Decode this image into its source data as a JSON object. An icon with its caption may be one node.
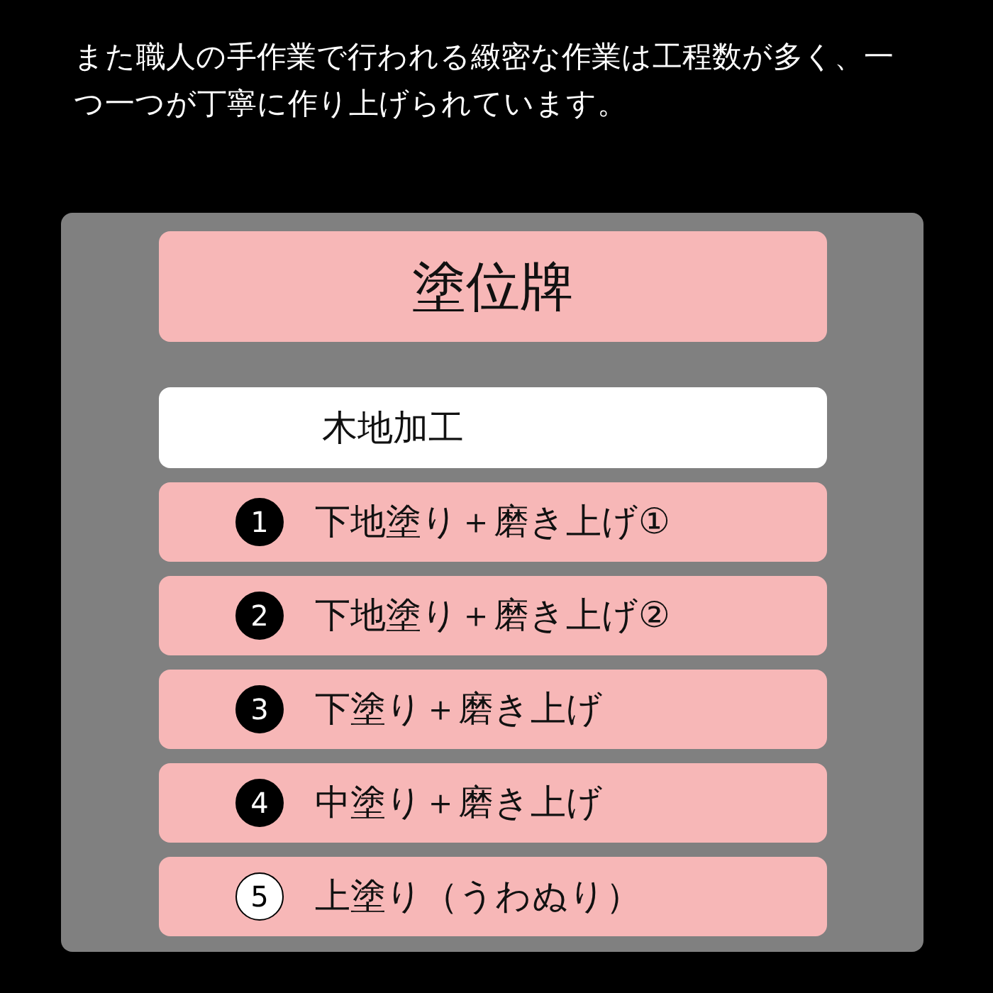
{
  "diagram": {
    "title": "また職人の手作業で行われる緻密な作業は工程数が多く、一つ一つが丁寧に作り上げられています。",
    "nodes": [
      {
        "text": [],
        "shape": "box"
      },
      {
        "text": [
          "塗位牌"
        ],
        "in": 0
      },
      {
        "text": [
          "木地加工"
        ],
        "in": 0
      },
      {
        "text": [
          "下地塗り＋磨き上げ①"
        ],
        "in": 0
      },
      {
        "text": [
          "1"
        ],
        "in": 3
      },
      {
        "text": [
          "下地塗り＋磨き上げ②"
        ],
        "in": 0
      },
      {
        "text": [
          "2"
        ],
        "in": 5
      },
      {
        "text": [
          "下塗り＋磨き上げ"
        ],
        "in": 0
      },
      {
        "text": [
          "3"
        ],
        "in": 7
      },
      {
        "text": [
          "中塗り＋磨き上げ"
        ],
        "in": 0
      },
      {
        "text": [
          "4"
        ],
        "in": 9
      },
      {
        "text": [
          "上塗り（うわぬり）"
        ],
        "in": 0
      },
      {
        "text": [
          "5"
        ],
        "in": 11
      }
    ]
  }
}
